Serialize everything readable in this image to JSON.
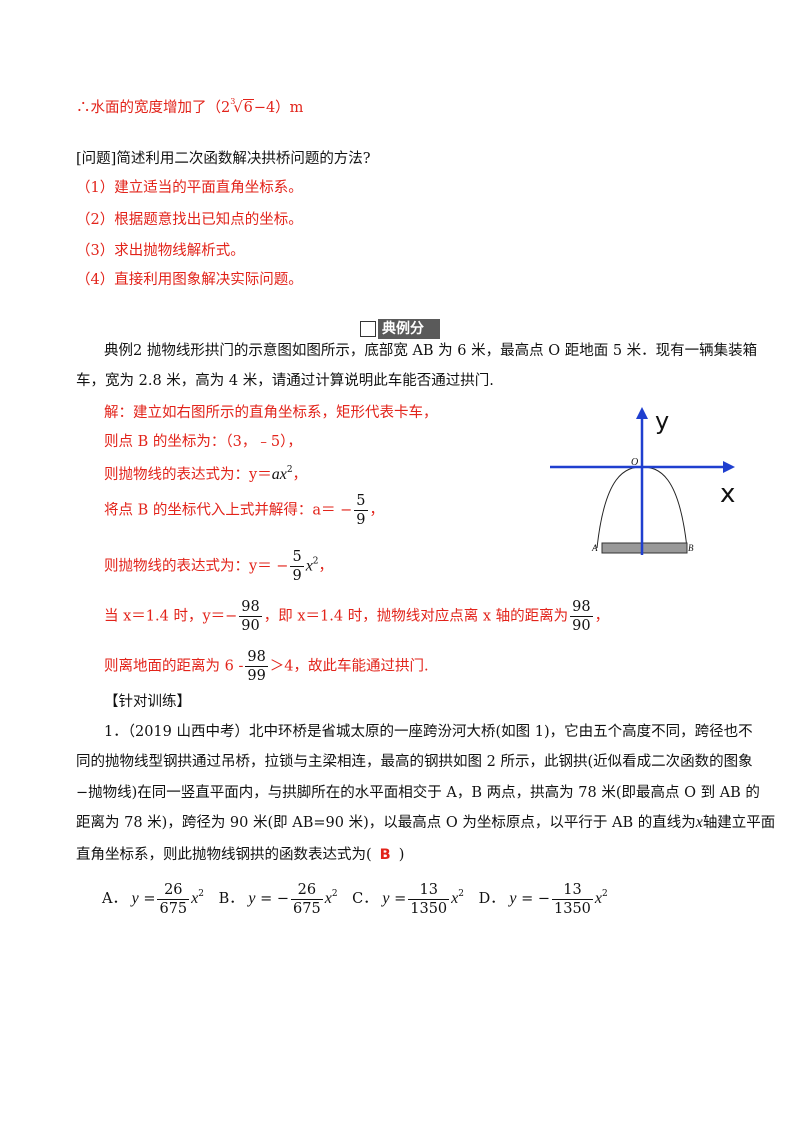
{
  "top": {
    "conclusion_prefix": "∴水面的宽度增加了（2",
    "conclusion_root_index": "3",
    "conclusion_root": "6",
    "conclusion_suffix": "−4）m"
  },
  "question": {
    "title": "[问题]简述利用二次函数解决拱桥问题的方法?",
    "steps": [
      "（1）建立适当的平面直角坐标系。",
      "（2）根据题意找出已知点的坐标。",
      "（3）求出抛物线解析式。",
      "（4）直接利用图象解决实际问题。"
    ]
  },
  "section_heading": "典例分析",
  "example": {
    "line1": "典例2  抛物线形拱门的示意图如图所示，底部宽 AB 为 6 米，最高点 O 距地面 5 米．现有一辆集装箱",
    "line2": "车，宽为 2.8 米，高为 4 米，请通过计算说明此车能否通过拱门.",
    "sol1": "解：建立如右图所示的直角坐标系，矩形代表卡车，",
    "sol2": "则点 B 的坐标为：（3，﹣5），",
    "sol3_prefix": "则抛物线的表达式为：y＝",
    "sol3_var": "ax",
    "sol3_exp": "2",
    "sol3_suffix": "，",
    "sol4_prefix": "将点 B 的坐标代入上式并解得：a＝ −",
    "sol4_num": "5",
    "sol4_den": "9",
    "sol4_suffix": "，",
    "sol5_prefix": "则抛物线的表达式为：y＝ −",
    "sol5_num": "5",
    "sol5_den": "9",
    "sol5_var": "x",
    "sol5_exp": "2",
    "sol5_suffix": "，",
    "sol6_prefix": "当 x＝1.4 时，y＝−",
    "sol6_num": "98",
    "sol6_den": "90",
    "sol6_mid": "，即 x＝1.4 时，抛物线对应点离 x 轴的距离为",
    "sol6_num2": "98",
    "sol6_den2": "90",
    "sol6_suffix": "，",
    "sol7_prefix": "则离地面的距离为 6 -",
    "sol7_num": "98",
    "sol7_den": "99",
    "sol7_suffix": "＞4，故此车能通过拱门."
  },
  "figure": {
    "y_label": "y",
    "x_label": "x",
    "o_label": "O",
    "a_label": "A",
    "b_label": "B",
    "axis_color": "#1f3fcf"
  },
  "training": {
    "title": "【针对训练】",
    "p1": "1．（2019 山西中考）北中环桥是省城太原的一座跨汾河大桥(如图 1)，它由五个高度不同，跨径也不",
    "p2": "同的抛物线型钢拱通过吊桥，拉锁与主梁相连，最高的钢拱如图 2 所示，此钢拱(近似看成二次函数的图象",
    "p3": "−抛物线)在同一竖直平面内，与拱脚所在的水平面相交于 A，B 两点，拱高为 78 米(即最高点 O 到 AB 的",
    "p4": "距离为 78 米)，跨径为 90 米(即 AB=90 米)，以最高点 O 为坐标原点，以平行于 AB 的直线为",
    "p4_var": "x",
    "p4_suffix": "轴建立平面",
    "p5": "直角坐标系，则此抛物线钢拱的函数表达式为(",
    "answer": "B",
    "p5_close": ")",
    "options": [
      {
        "label": "A．",
        "lhs": "y",
        "sign": "=",
        "num": "26",
        "den": "675",
        "var": "x",
        "exp": "2"
      },
      {
        "label": "B．",
        "lhs": "y",
        "sign": "= −",
        "num": "26",
        "den": "675",
        "var": "x",
        "exp": "2"
      },
      {
        "label": "C．",
        "lhs": "y",
        "sign": "=",
        "num": "13",
        "den": "1350",
        "var": "x",
        "exp": "2"
      },
      {
        "label": "D．",
        "lhs": "y",
        "sign": "= −",
        "num": "13",
        "den": "1350",
        "var": "x",
        "exp": "2"
      }
    ]
  }
}
